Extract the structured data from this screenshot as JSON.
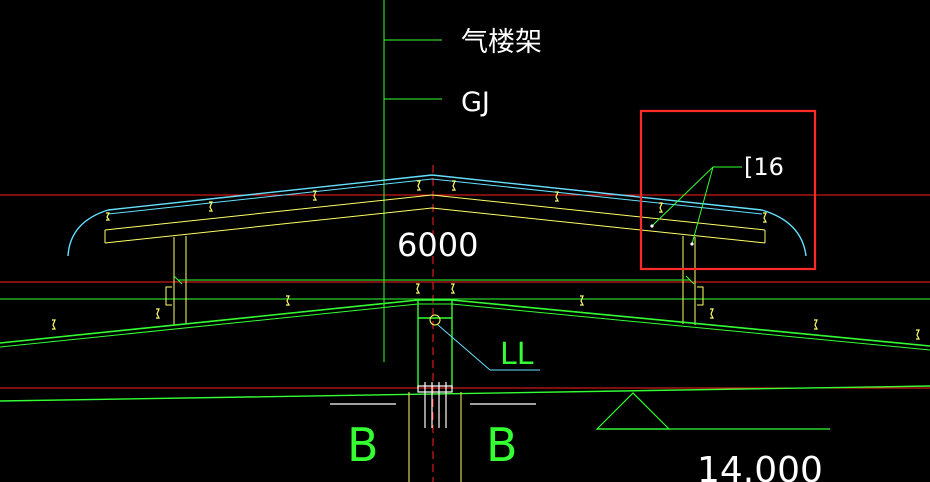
{
  "labels": {
    "building_name": "气楼架",
    "gj": "GJ",
    "section_c": "[16",
    "span": "6000",
    "ll": "LL",
    "section_b_left": "B",
    "section_b_right": "B",
    "elevation": "14.000"
  },
  "colors": {
    "background": "#000000",
    "red_grid": "#ff2020",
    "green": "#33ff33",
    "yellow": "#ffff66",
    "cyan": "#66e0ff",
    "white": "#ffffff",
    "highlight_box": "#ff2a2a"
  }
}
